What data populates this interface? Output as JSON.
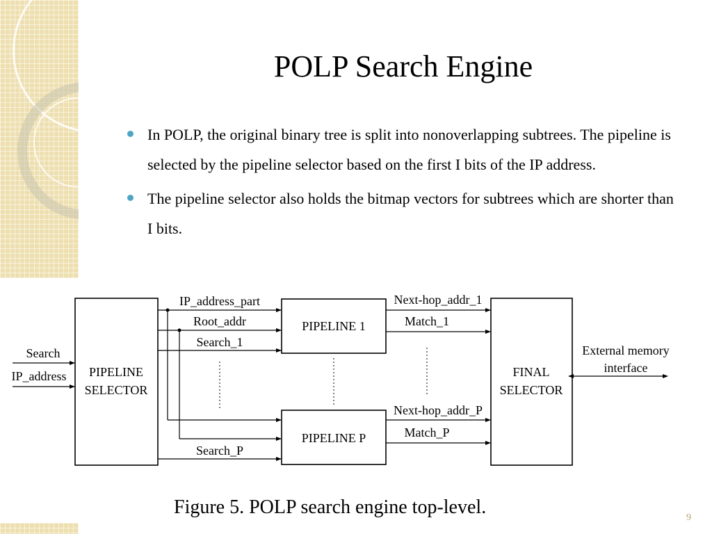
{
  "slide": {
    "title": "POLP Search Engine",
    "bullets": [
      "In POLP, the original binary tree is split into nonoverlapping subtrees. The pipeline is selected by the pipeline selector based on the first I bits of the IP address.",
      "The pipeline selector also holds the bitmap vectors for subtrees which are shorter than I bits."
    ],
    "page_number": "9"
  },
  "figure": {
    "caption": "Figure 5. POLP search engine top-level.",
    "inputs": {
      "search": "Search",
      "ip_address": "IP_address"
    },
    "blocks": {
      "pipeline_selector": [
        "PIPELINE",
        "SELECTOR"
      ],
      "pipeline_1": "PIPELINE 1",
      "pipeline_p": "PIPELINE P",
      "final_selector": [
        "FINAL",
        "SELECTOR"
      ]
    },
    "signals": {
      "ip_address_part": "IP_address_part",
      "root_addr": "Root_addr",
      "search_1": "Search_1",
      "search_p": "Search_P",
      "next_hop_1": "Next-hop_addr_1",
      "match_1": "Match_1",
      "next_hop_p": "Next-hop_addr_P",
      "match_p": "Match_P",
      "external_memory": [
        "External memory",
        "interface"
      ]
    }
  },
  "colors": {
    "bullet": "#4fa3c4",
    "strip": "#eedfb0",
    "page_number": "#b8a36a"
  }
}
